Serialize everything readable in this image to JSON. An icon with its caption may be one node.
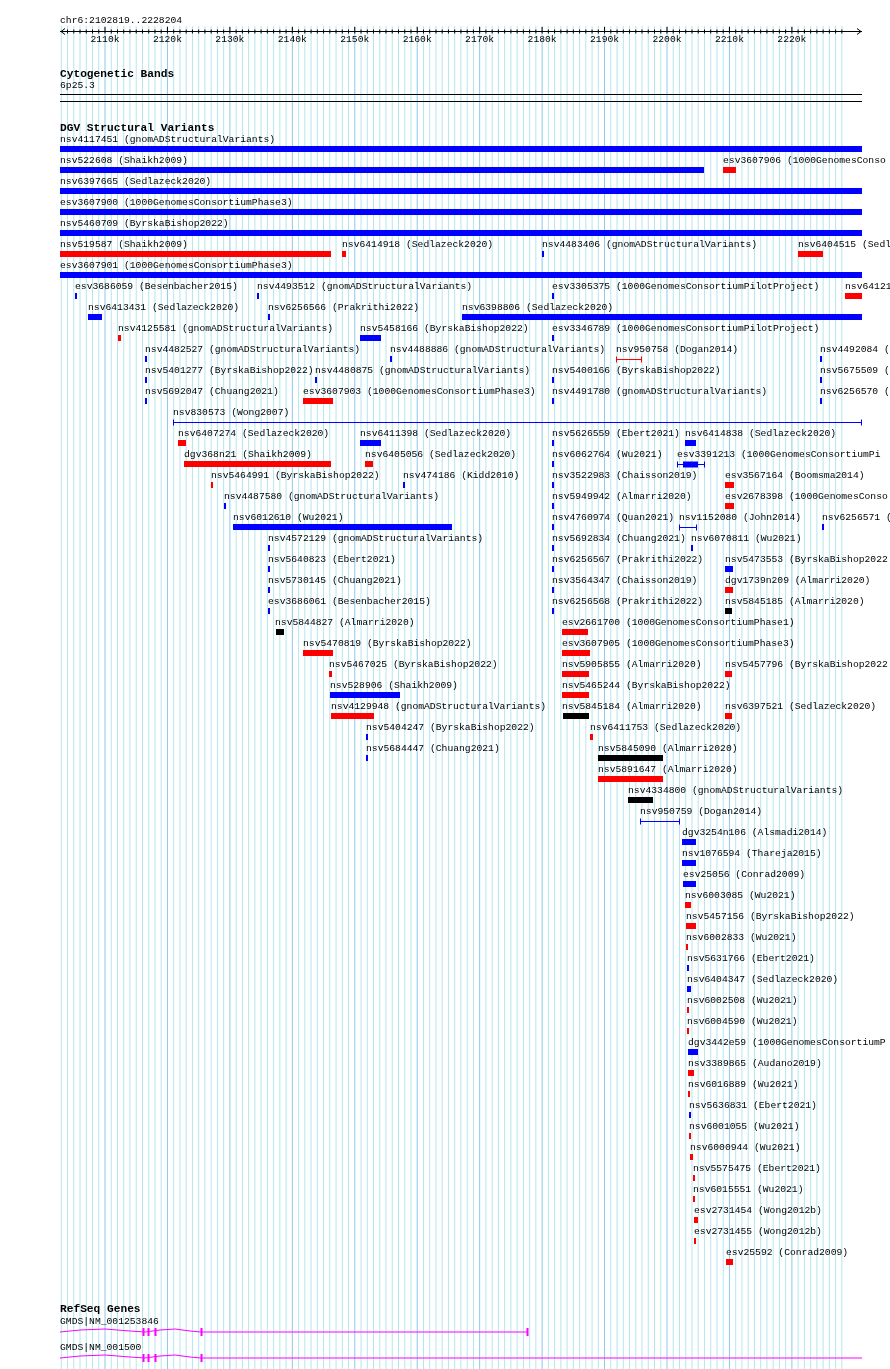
{
  "diagram": {
    "nodes": [
      {
        "text": [
          "nsv4117451 (gnomADStructuralVariants)"
        ]
      },
      {
        "text": [
          "nsv522608 (Shaikh2009)"
        ]
      },
      {
        "text": [
          "esv3607906 (1000GenomesConso"
        ]
      },
      {
        "text": [
          "nsv6397665 (Sedlazeck2020)"
        ]
      },
      {
        "text": [
          "esv3607900 (1000GenomesConsortiumPhase3)"
        ]
      },
      {
        "text": [
          "nsv5460709 (ByrskaBishop2022)"
        ]
      },
      {
        "text": [
          "nsv519587 (Shaikh2009)"
        ]
      },
      {
        "text": [
          "nsv6414918 (Sedlazeck2020)"
        ]
      },
      {
        "text": [
          "nsv4483406 (gnomADStructuralVariants)"
        ]
      },
      {
        "text": [
          "nsv6404515 (Sedl"
        ]
      },
      {
        "text": [
          "esv3607901 (1000GenomesConsortiumPhase3)"
        ]
      },
      {
        "text": [
          "esv3686059 (Besenbacher2015)"
        ]
      },
      {
        "text": [
          "nsv4493512 (gnomADStructuralVariants)"
        ]
      },
      {
        "text": [
          "esv3305375 (1000GenomesConsortiumPilotProject)"
        ]
      },
      {
        "text": [
          "nsv64121"
        ]
      },
      {
        "text": [
          "nsv6413431 (Sedlazeck2020)"
        ]
      },
      {
        "text": [
          "nsv6256566 (Prakrithi2022)"
        ]
      },
      {
        "text": [
          "nsv6398806 (Sedlazeck2020)"
        ]
      },
      {
        "text": [
          "nsv4125581 (gnomADStructuralVariants)"
        ]
      },
      {
        "text": [
          "nsv5458166 (ByrskaBishop2022)"
        ]
      },
      {
        "text": [
          "esv3346789 (1000GenomesConsortiumPilotProject)"
        ]
      },
      {
        "text": [
          "nsv4482527 (gnomADStructuralVariants)"
        ]
      },
      {
        "text": [
          "nsv4488886 (gnomADStructuralVariants)"
        ]
      },
      {
        "text": [
          "nsv950758 (Dogan2014)"
        ]
      },
      {
        "text": [
          "nsv4492084 ("
        ]
      },
      {
        "text": [
          "nsv5401277 (ByrskaBishop2022)"
        ]
      },
      {
        "text": [
          "nsv4480875 (gnomADStructuralVariants)"
        ]
      },
      {
        "text": [
          "nsv5400166 (ByrskaBishop2022)"
        ]
      },
      {
        "text": [
          "nsv5675509 ("
        ]
      },
      {
        "text": [
          "nsv5692047 (Chuang2021)"
        ]
      },
      {
        "text": [
          "esv3607903 (1000GenomesConsortiumPhase3)"
        ]
      },
      {
        "text": [
          "nsv4491780 (gnomADStructuralVariants)"
        ]
      },
      {
        "text": [
          "nsv6256570 ("
        ]
      },
      {
        "text": [
          "nsv830573 (Wong2007)"
        ]
      },
      {
        "text": [
          "nsv6407274 (Sedlazeck2020)"
        ]
      },
      {
        "text": [
          "nsv6411398 (Sedlazeck2020)"
        ]
      },
      {
        "text": [
          "nsv5626559 (Ebert2021)"
        ]
      },
      {
        "text": [
          "nsv6414838 (Sedlazeck2020)"
        ]
      },
      {
        "text": [
          "dgv368n21 (Shaikh2009)"
        ]
      },
      {
        "text": [
          "nsv6405056 (Sedlazeck2020)"
        ]
      },
      {
        "text": [
          "nsv6062764 (Wu2021)"
        ]
      },
      {
        "text": [
          "esv3391213 (1000GenomesConsortiumPi"
        ]
      },
      {
        "text": [
          "nsv5464991 (ByrskaBishop2022)"
        ]
      },
      {
        "text": [
          "nsv474186 (Kidd2010)"
        ]
      },
      {
        "text": [
          "nsv3522983 (Chaisson2019)"
        ]
      },
      {
        "text": [
          "esv3567164 (Boomsma2014)"
        ]
      },
      {
        "text": [
          "nsv4487580 (gnomADStructuralVariants)"
        ]
      },
      {
        "text": [
          "nsv5949942 (Almarri2020)"
        ]
      },
      {
        "text": [
          "esv2678398 (1000GenomesConso"
        ]
      },
      {
        "text": [
          "nsv6012610 (Wu2021)"
        ]
      },
      {
        "text": [
          "nsv4760974 (Quan2021)"
        ]
      },
      {
        "text": [
          "nsv1152080 (John2014)"
        ]
      },
      {
        "text": [
          "nsv6256571 ("
        ]
      },
      {
        "text": [
          "nsv4572129 (gnomADStructuralVariants)"
        ]
      },
      {
        "text": [
          "nsv5692834 (Chuang2021)"
        ]
      },
      {
        "text": [
          "nsv6070811 (Wu2021)"
        ]
      },
      {
        "text": [
          "nsv5640823 (Ebert2021)"
        ]
      },
      {
        "text": [
          "nsv6256567 (Prakrithi2022)"
        ]
      },
      {
        "text": [
          "nsv5473553 (ByrskaBishop2022"
        ]
      },
      {
        "text": [
          "nsv5730145 (Chuang2021)"
        ]
      },
      {
        "text": [
          "nsv3564347 (Chaisson2019)"
        ]
      },
      {
        "text": [
          "dgv1739n209 (Almarri2020)"
        ]
      },
      {
        "text": [
          "esv3686061 (Besenbacher2015)"
        ]
      },
      {
        "text": [
          "nsv6256568 (Prakrithi2022)"
        ]
      },
      {
        "text": [
          "nsv5845185 (Almarri2020)"
        ]
      },
      {
        "text": [
          "nsv5844827 (Almarri2020)"
        ]
      },
      {
        "text": [
          "esv2661700 (1000GenomesConsortiumPhase1)"
        ]
      },
      {
        "text": [
          "nsv5470819 (ByrskaBishop2022)"
        ]
      },
      {
        "text": [
          "esv3607905 (1000GenomesConsortiumPhase3)"
        ]
      },
      {
        "text": [
          "nsv5467025 (ByrskaBishop2022)"
        ]
      },
      {
        "text": [
          "nsv5905855 (Almarri2020)"
        ]
      },
      {
        "text": [
          "nsv5457796 (ByrskaBishop2022"
        ]
      },
      {
        "text": [
          "nsv528906 (Shaikh2009)"
        ]
      },
      {
        "text": [
          "nsv5465244 (ByrskaBishop2022)"
        ]
      },
      {
        "text": [
          "nsv4129948 (gnomADStructuralVariants)"
        ]
      },
      {
        "text": [
          "nsv5845184 (Almarri2020)"
        ]
      },
      {
        "text": [
          "nsv6397521 (Sedlazeck2020)"
        ]
      },
      {
        "text": [
          "nsv5404247 (ByrskaBishop2022)"
        ]
      },
      {
        "text": [
          "nsv6411753 (Sedlazeck2020)"
        ]
      },
      {
        "text": [
          "nsv5684447 (Chuang2021)"
        ]
      },
      {
        "text": [
          "nsv5845090 (Almarri2020)"
        ]
      },
      {
        "text": [
          "nsv5891647 (Almarri2020)"
        ]
      },
      {
        "text": [
          "nsv4334800 (gnomADStructuralVariants)"
        ]
      },
      {
        "text": [
          "nsv950759 (Dogan2014)"
        ]
      },
      {
        "text": [
          "dgv3254n106 (Alsmadi2014)"
        ]
      },
      {
        "text": [
          "nsv1076594 (Thareja2015)"
        ]
      },
      {
        "text": [
          "esv25056 (Conrad2009)"
        ]
      },
      {
        "text": [
          "nsv6003085 (Wu2021)"
        ]
      },
      {
        "text": [
          "nsv5457156 (ByrskaBishop2022)"
        ]
      },
      {
        "text": [
          "nsv6002833 (Wu2021)"
        ]
      },
      {
        "text": [
          "nsv5631766 (Ebert2021)"
        ]
      },
      {
        "text": [
          "nsv6404347 (Sedlazeck2020)"
        ]
      },
      {
        "text": [
          "nsv6002508 (Wu2021)"
        ]
      },
      {
        "text": [
          "nsv6004590 (Wu2021)"
        ]
      },
      {
        "text": [
          "dgv3442e59 (1000GenomesConsortiumP"
        ]
      },
      {
        "text": [
          "nsv3389865 (Audano2019)"
        ]
      },
      {
        "text": [
          "nsv6016889 (Wu2021)"
        ]
      },
      {
        "text": [
          "nsv5636831 (Ebert2021)"
        ]
      },
      {
        "text": [
          "nsv6001055 (Wu2021)"
        ]
      },
      {
        "text": [
          "nsv6000944 (Wu2021)"
        ]
      },
      {
        "text": [
          "nsv5575475 (Ebert2021)"
        ]
      },
      {
        "text": [
          "nsv6015551 (Wu2021)"
        ]
      },
      {
        "text": [
          "esv2731454 (Wong2012b)"
        ]
      },
      {
        "text": [
          "esv2731455 (Wong2012b)"
        ]
      },
      {
        "text": [
          "esv25592 (Conrad2009)"
        ]
      },
      {
        "text": [
          "GMDS|NM_001253846"
        ]
      },
      {
        "text": [
          "GMDS|NM_001500"
        ]
      }
    ],
    "labels": [
      "chr6:2102819..2228204",
      "2110k",
      "2120k",
      "2130k",
      "2140k",
      "2150k",
      "2160k",
      "2170k",
      "2180k",
      "2190k",
      "2200k",
      "2210k",
      "2220k",
      "Cytogenetic Bands",
      "6p25.3",
      "DGV Structural Variants",
      "RefSeq Genes"
    ]
  }
}
